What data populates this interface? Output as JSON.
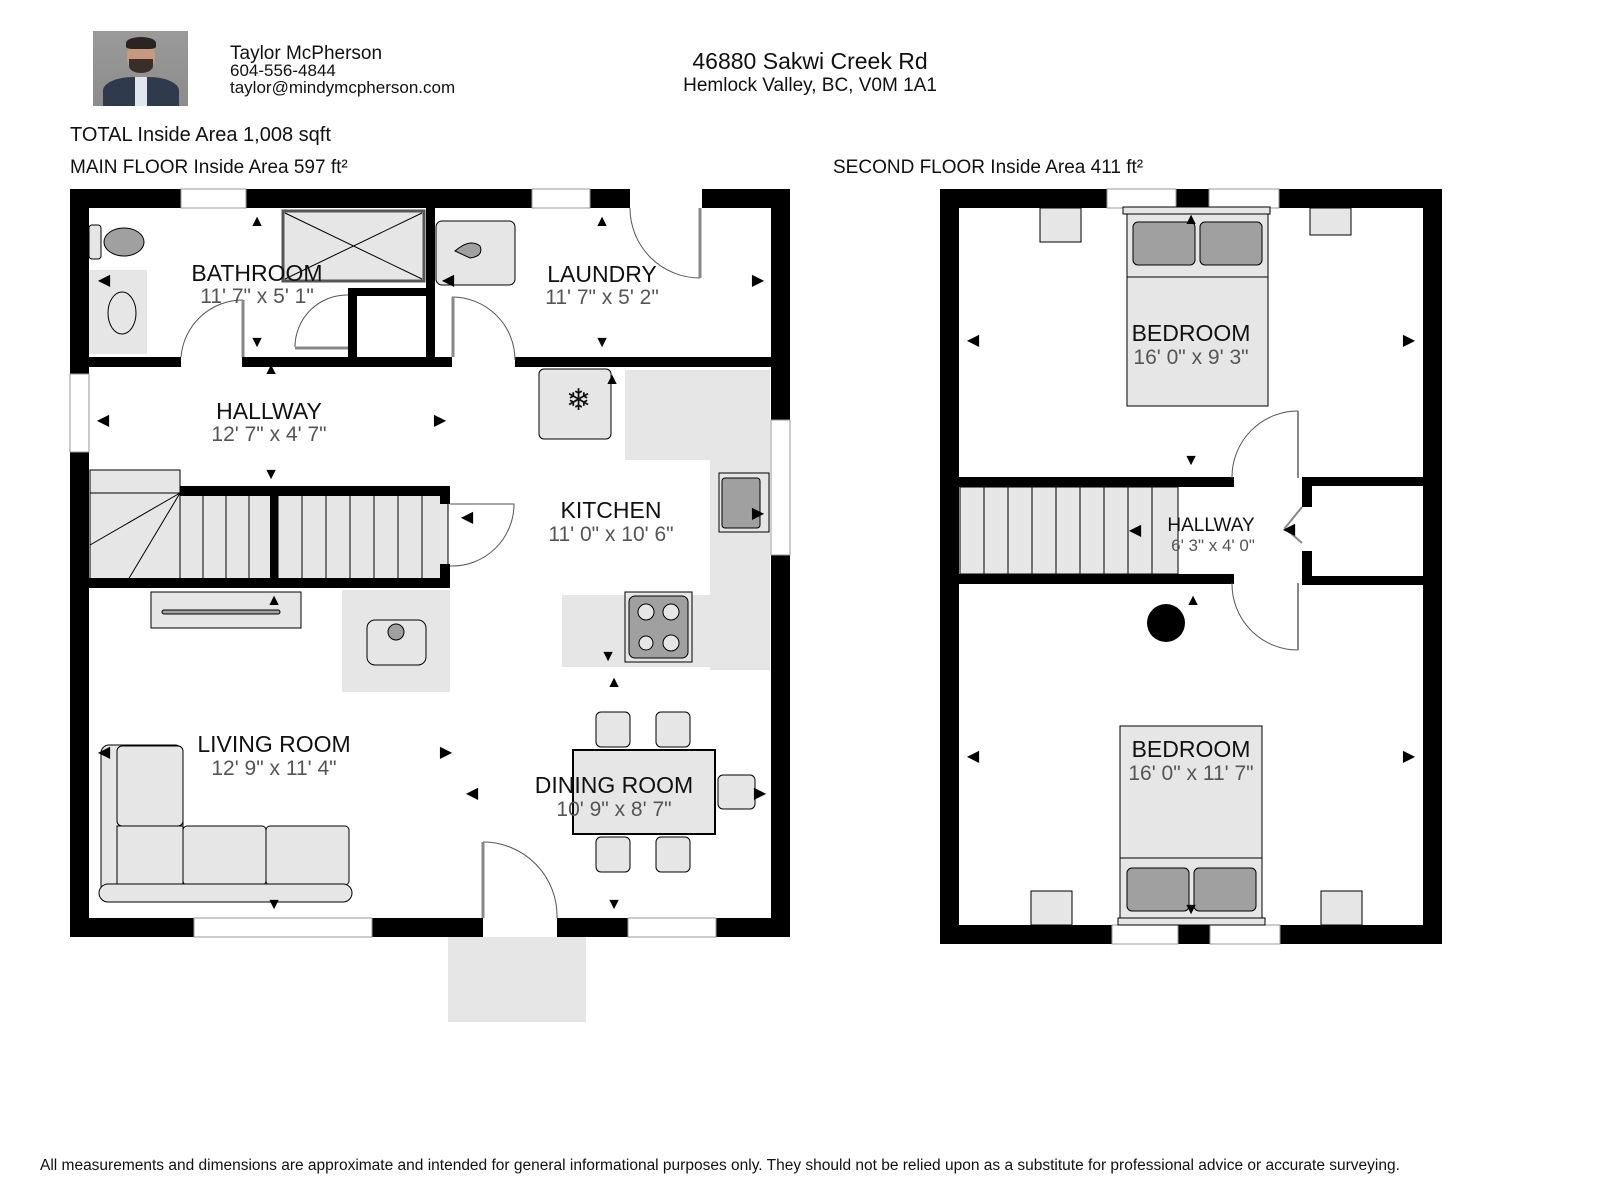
{
  "agent": {
    "photo_alt": "agent-headshot",
    "name": "Taylor McPherson",
    "phone": "604-556-4844",
    "email": "taylor@mindymcpherson.com"
  },
  "property": {
    "address_line1": "46880 Sakwi Creek Rd",
    "address_line2": "Hemlock Valley, BC, V0M 1A1"
  },
  "areas": {
    "total": "TOTAL Inside Area 1,008 sqft",
    "main_floor": "MAIN FLOOR Inside Area 597 ft²",
    "second_floor": "SECOND FLOOR Inside Area 411 ft²"
  },
  "main_floor": {
    "rooms": [
      {
        "name": "BATHROOM",
        "dim": "11' 7\" x 5' 1\""
      },
      {
        "name": "LAUNDRY",
        "dim": "11' 7\" x 5' 2\""
      },
      {
        "name": "HALLWAY",
        "dim": "12' 7\" x 4' 7\""
      },
      {
        "name": "KITCHEN",
        "dim": "11' 0\" x 10' 6\""
      },
      {
        "name": "LIVING ROOM",
        "dim": "12' 9\" x 11' 4\""
      },
      {
        "name": "DINING ROOM",
        "dim": "10' 9\" x 8' 7\""
      }
    ]
  },
  "second_floor": {
    "rooms": [
      {
        "name": "BEDROOM",
        "dim": "16' 0\" x 9' 3\""
      },
      {
        "name": "HALLWAY",
        "dim": "6' 3\" x 4' 0\""
      },
      {
        "name": "BEDROOM",
        "dim": "16' 0\" x 11' 7\""
      }
    ]
  },
  "icons": {
    "arrow_left": "◀",
    "arrow_right": "▶",
    "arrow_up": "▲",
    "arrow_down": "▼",
    "snowflake": "❄"
  },
  "colors": {
    "wall": "#000000",
    "fixture_fill": "#e6e6e6",
    "fixture_dark": "#a0a0a0",
    "dim_text": "#555555"
  },
  "footer": {
    "disclaimer": "All measurements and dimensions are approximate and intended for general informational purposes only. They should not be relied upon as a substitute for professional advice or accurate surveying."
  }
}
